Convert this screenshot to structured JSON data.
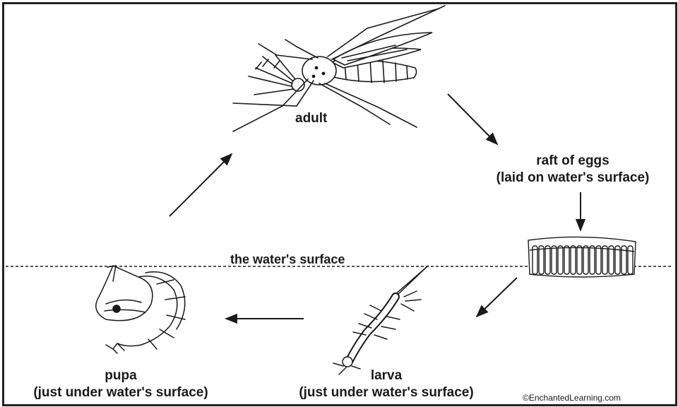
{
  "diagram": {
    "stages": {
      "adult": "adult",
      "eggs_title": "raft of eggs",
      "eggs_note": "(laid on water's surface)",
      "larva_title": "larva",
      "larva_note": "(just under water's surface)",
      "pupa_title": "pupa",
      "pupa_note": "(just under water's surface)"
    },
    "surface_label": "the water's surface",
    "credit": "©EnchantedLearning.com"
  },
  "colors": {
    "ink": "#1a1a1a",
    "frame": "#222222",
    "background": "#ffffff"
  }
}
